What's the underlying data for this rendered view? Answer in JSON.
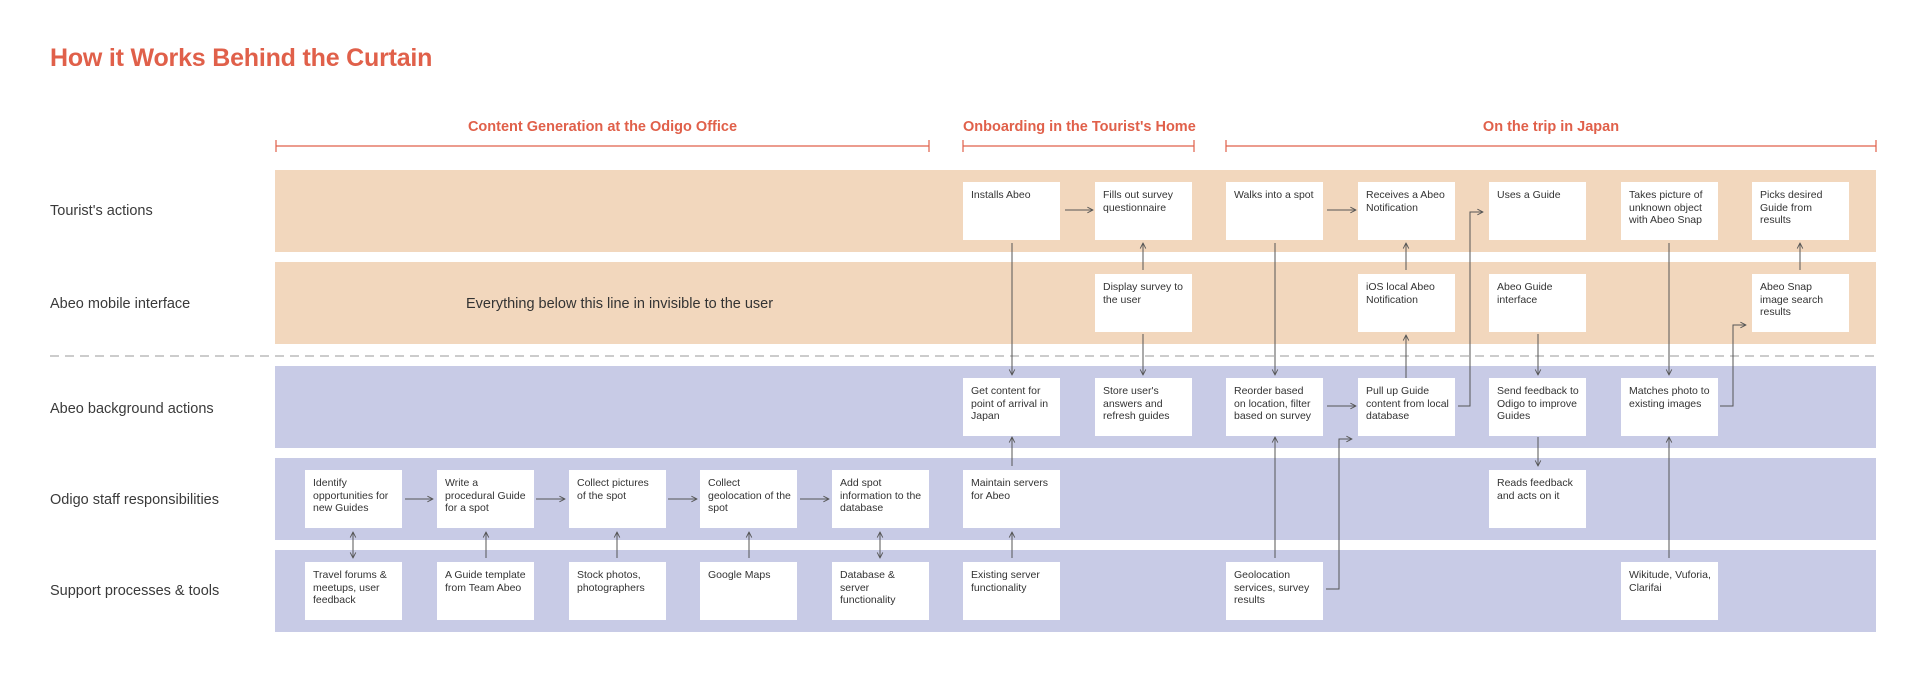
{
  "title": "How it Works Behind the Curtain",
  "phases": [
    {
      "id": "content",
      "label": "Content Generation at the Odigo Office"
    },
    {
      "id": "onboarding",
      "label": "Onboarding in the Tourist's Home"
    },
    {
      "id": "trip",
      "label": "On the trip in Japan"
    }
  ],
  "rows": [
    {
      "id": "tourist",
      "label": "Tourist's actions"
    },
    {
      "id": "mobile",
      "label": "Abeo mobile interface"
    },
    {
      "id": "background",
      "label": "Abeo background actions"
    },
    {
      "id": "staff",
      "label": "Odigo staff responsibilities"
    },
    {
      "id": "support",
      "label": "Support processes & tools"
    }
  ],
  "invisible_note": "Everything below this line in invisible to the user",
  "cards": {
    "identify": "Identify opportunities for new Guides",
    "write": "Write a procedural Guide for a spot",
    "collect_pics": "Collect pictures of the spot",
    "collect_geo": "Collect geolocation of the spot",
    "add_spot": "Add spot information to the database",
    "travel_forums": "Travel forums & meetups, user feedback",
    "guide_template": "A Guide template from Team Abeo",
    "stock_photos": "Stock photos, photographers",
    "google_maps": "Google Maps",
    "database": "Database & server functionality",
    "installs": "Installs Abeo",
    "fills_survey": "Fills out survey questionnaire",
    "display_survey": "Display survey to the user",
    "get_content": "Get content for point of arrival in Japan",
    "store_answers": "Store user's answers and refresh guides",
    "maintain_servers": "Maintain servers for Abeo",
    "existing_server": "Existing server functionality",
    "walks_into": "Walks into a spot",
    "receives_notif": "Receives a Abeo Notification",
    "uses_guide": "Uses a Guide",
    "takes_picture": "Takes picture of unknown object with Abeo Snap",
    "picks_guide": "Picks desired Guide from results",
    "ios_notif": "iOS local Abeo Notification",
    "guide_interface": "Abeo Guide interface",
    "snap_results": "Abeo Snap image search results",
    "reorder": "Reorder based on location, filter based on survey",
    "pull_guide": "Pull up Guide content from local database",
    "send_feedback": "Send feedback to Odigo to improve Guides",
    "matches_photo": "Matches photo to existing images",
    "reads_feedback": "Reads feedback and acts on it",
    "geolocation": "Geolocation services, survey results",
    "wikitude": "Wikitude, Vuforia, Clarifai"
  },
  "colors": {
    "accent": "#e0604a",
    "peach_band": "#f2d7bd",
    "lilac_band": "#c8cbe6",
    "card": "#ffffff",
    "connector": "#555555"
  }
}
